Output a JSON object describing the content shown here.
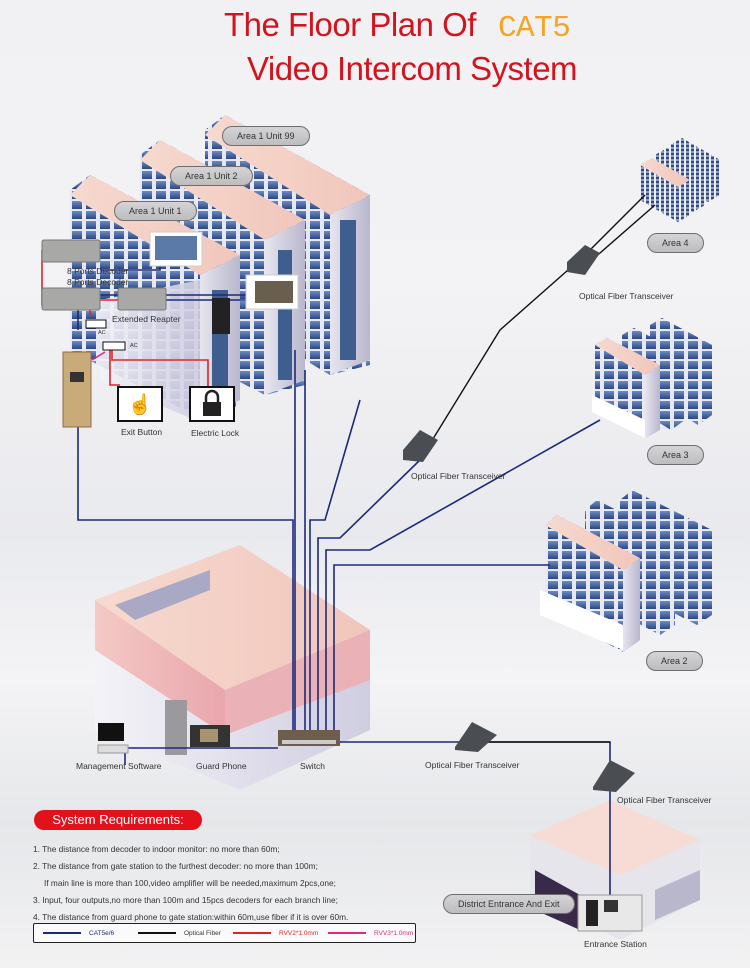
{
  "title": {
    "line1_prefix": "The Floor Plan Of",
    "line1_highlight": "CAT5",
    "line2": "Video Intercom System"
  },
  "colors": {
    "title_red": "#d2141e",
    "highlight_orange": "#f2a623",
    "cat5e6_line": "#1c2a78",
    "optical_fiber_line": "#111111",
    "rvv2_line": "#e0232b",
    "rvv3_line": "#e0287f",
    "badge_red": "#e2121c"
  },
  "buildings": {
    "unit1": "Area 1 Unit 1",
    "unit2": "Area 1 Unit 2",
    "unit99": "Area 1 Unit 99",
    "area4": "Area 4",
    "area3": "Area 3",
    "area2": "Area 2",
    "district": "District Entrance And Exit"
  },
  "devices": {
    "decoder1": "8 Ports Decoder",
    "decoder2": "8 Ports Decoder",
    "repeater": "Extended Reapter",
    "ac1": "AC",
    "ac2": "AC",
    "exit_button": "Exit Button",
    "electric_lock": "Electric Lock",
    "management_software": "Management Software",
    "guard_phone": "Guard Phone",
    "switch": "Switch",
    "transceiver_area4": "Optical Fiber Transceiver",
    "transceiver_area3": "Optical Fiber Transceiver",
    "transceiver_bottom1": "Optical Fiber Transceiver",
    "transceiver_bottom2": "Optical Fiber Transceiver",
    "entrance_station": "Entrance Station"
  },
  "requirements": {
    "heading": "System Requirements:",
    "items": [
      "1. The distance from decoder to indoor monitor: no more than 60m;",
      "2. The distance from gate station to the furthest decoder: no more than 100m;",
      "If main line is more than 100,video amplifier will be needed,maximum 2pcs,one;",
      "3. Input, four outputs,no more than 100m and 15pcs decoders for each branch line;",
      "4. The distance from guard phone to gate station:within 60m,use fiber if it is over 60m."
    ]
  },
  "legend": [
    {
      "label": "CAT5e/6",
      "color": "#1c2a78"
    },
    {
      "label": "Optical Fiber",
      "color": "#111111"
    },
    {
      "label": "RVV2*1.0mm",
      "color": "#e0232b"
    },
    {
      "label": "RVV3*1.0mm",
      "color": "#e0287f"
    }
  ]
}
